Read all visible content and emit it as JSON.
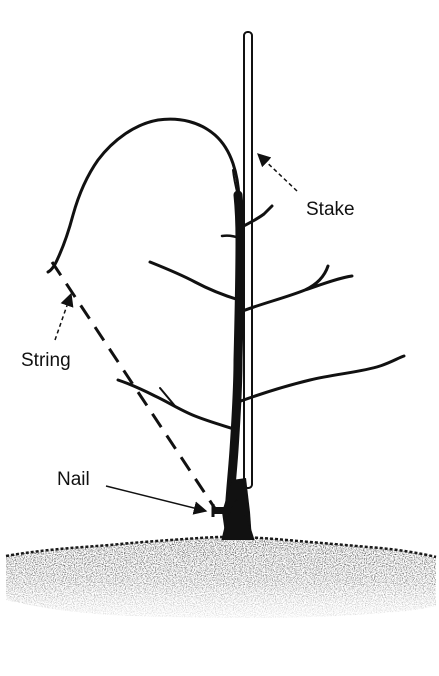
{
  "labels": {
    "stake": "Stake",
    "string": "String",
    "nail": "Nail"
  },
  "colors": {
    "ink": "#111111",
    "soil": "#2a2a2a",
    "background": "#ffffff"
  }
}
